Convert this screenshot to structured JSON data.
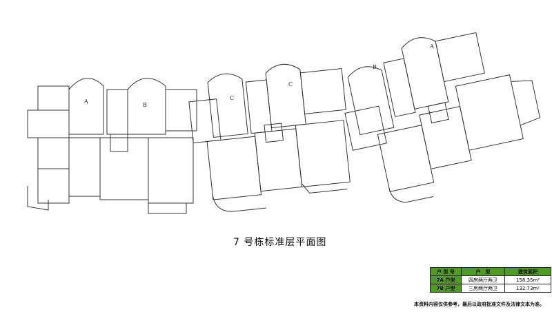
{
  "title": "7 号栋标准层平面图",
  "plan": {
    "unit_markers": [
      "A",
      "B",
      "C",
      "C",
      "B",
      "A"
    ]
  },
  "area_table": {
    "headers": [
      "户 型 号",
      "户　型",
      "建筑面积"
    ],
    "rows": [
      {
        "type": "7A 户型",
        "layout": "四房两厅两卫",
        "area": "158.35m²"
      },
      {
        "type": "7B 户型",
        "layout": "三房两厅两卫",
        "area": "132.73m²"
      }
    ],
    "header_color": "#4f9a22"
  },
  "footnote": "本资料内容仅供参考，最后以政府批准文件及法律文本为准。"
}
